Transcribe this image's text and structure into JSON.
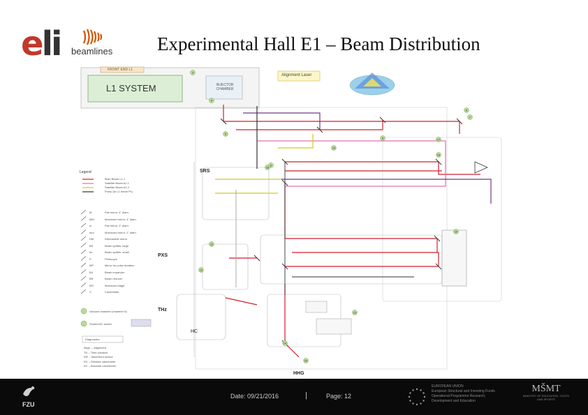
{
  "header": {
    "title": "Experimental Hall E1 – Beam Distribution",
    "logo_eli": "eli",
    "logo_beamlines": "beamlines"
  },
  "diagram": {
    "front_end": "FRONT END L1",
    "l1_system": "L1 SYSTEM",
    "injector": "INJECTOR CHAMBER",
    "alignment_laser": "Alignment Laser",
    "sections": {
      "srs": "SRS",
      "pxs": "PXS",
      "thz": "THz",
      "hc": "HC",
      "hhg": "HHG"
    },
    "markers": [
      "3",
      "4",
      "5",
      "6",
      "7",
      "8",
      "9",
      "10",
      "11",
      "12",
      "13",
      "14",
      "15",
      "16",
      "17",
      "18",
      "19"
    ],
    "legend_title": "Legend",
    "legend_lines": [
      {
        "label": "Main Beam L1.1",
        "color": "#d0202a"
      },
      {
        "label": "Satellite Beam A1.1",
        "color": "#e070b0"
      },
      {
        "label": "Satellite Beam A1.2",
        "color": "#d8c820"
      },
      {
        "label": "Pump (to L1 beam P1)",
        "color": "#333333"
      }
    ],
    "legend_items": [
      {
        "sym": "M",
        "label": "Flat mirror, 4\" diam."
      },
      {
        "sym": "MM",
        "label": "Motorized mirror, 4\" diam."
      },
      {
        "sym": "m",
        "label": "Flat mirror, 2\" diam."
      },
      {
        "sym": "mm",
        "label": "Motorized mirror, 2\" diam."
      },
      {
        "sym": "DM",
        "label": "Deformable mirror"
      },
      {
        "sym": "BS",
        "label": "Beam splitter, large"
      },
      {
        "sym": "bs",
        "label": "Beam splitter, small"
      },
      {
        "sym": "P",
        "label": "Periscope"
      },
      {
        "sym": "MP",
        "label": "Mirror for pulse duration"
      },
      {
        "sym": "BX",
        "label": "Beam expander"
      },
      {
        "sym": "BR",
        "label": "Beam reducer"
      },
      {
        "sym": "MS",
        "label": "Motorized stage"
      },
      {
        "sym": "C",
        "label": "Calorimeter"
      }
    ],
    "vacuum_chamber": "Vacuum chamber (chamber 8)",
    "shutter": "Shutter/AC switch",
    "diagnostics_title": "Diagnostics",
    "diagnostics": [
      "Align. – Alignment",
      "TD – Time duration",
      "WF – Wavefront sensor",
      "RC – Relative calorimeter",
      "AC – Absolute calorimeter"
    ]
  },
  "footer": {
    "fzu": "FZU",
    "date": "Date: 09/21/2016",
    "separator": "|",
    "page": "Page: 12",
    "eu_text": [
      "EUROPEAN UNION",
      "European Structural and Investing Funds",
      "Operational Programme Research,",
      "Development and Education"
    ],
    "msmt_logo": "MŠMT",
    "msmt_text": "MINISTRY OF EDUCATION, YOUTH AND SPORTS"
  },
  "colors": {
    "main_beam": "#d0202a",
    "satellite_1": "#e070b0",
    "satellite_2": "#d8c820",
    "pump": "#333333",
    "accent_purple": "#6a3a8a"
  }
}
